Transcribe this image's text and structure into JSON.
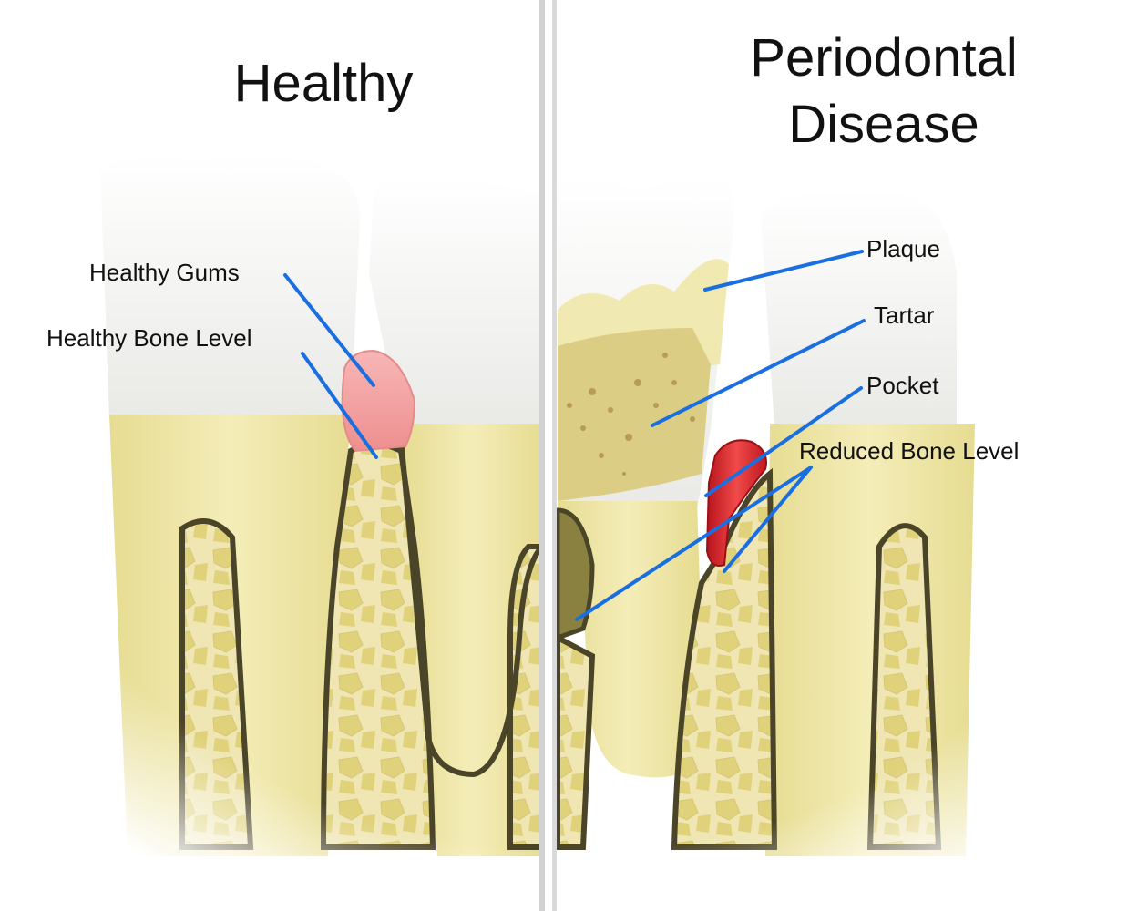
{
  "diagram": {
    "panels": [
      {
        "id": "healthy",
        "title": "Healthy"
      },
      {
        "id": "disease",
        "title_line1": "Periodontal",
        "title_line2": "Disease"
      }
    ],
    "healthy_labels": {
      "gums": "Healthy Gums",
      "bone": "Healthy Bone Level"
    },
    "disease_labels": {
      "plaque": "Plaque",
      "tartar": "Tartar",
      "pocket": "Pocket",
      "bone": "Reduced Bone Level"
    },
    "colors": {
      "leader_line": "#1a6fe0",
      "enamel": "#f4f4f2",
      "root": "#eee6a0",
      "bone_fill": "#e8dc8a",
      "bone_outline": "#4a4428",
      "healthy_gum": "#f2a0a0",
      "inflamed_gum": "#d8252c",
      "plaque": "#eee7a8",
      "tartar": "#c8b06a",
      "divider": "#d8d8d8"
    }
  }
}
